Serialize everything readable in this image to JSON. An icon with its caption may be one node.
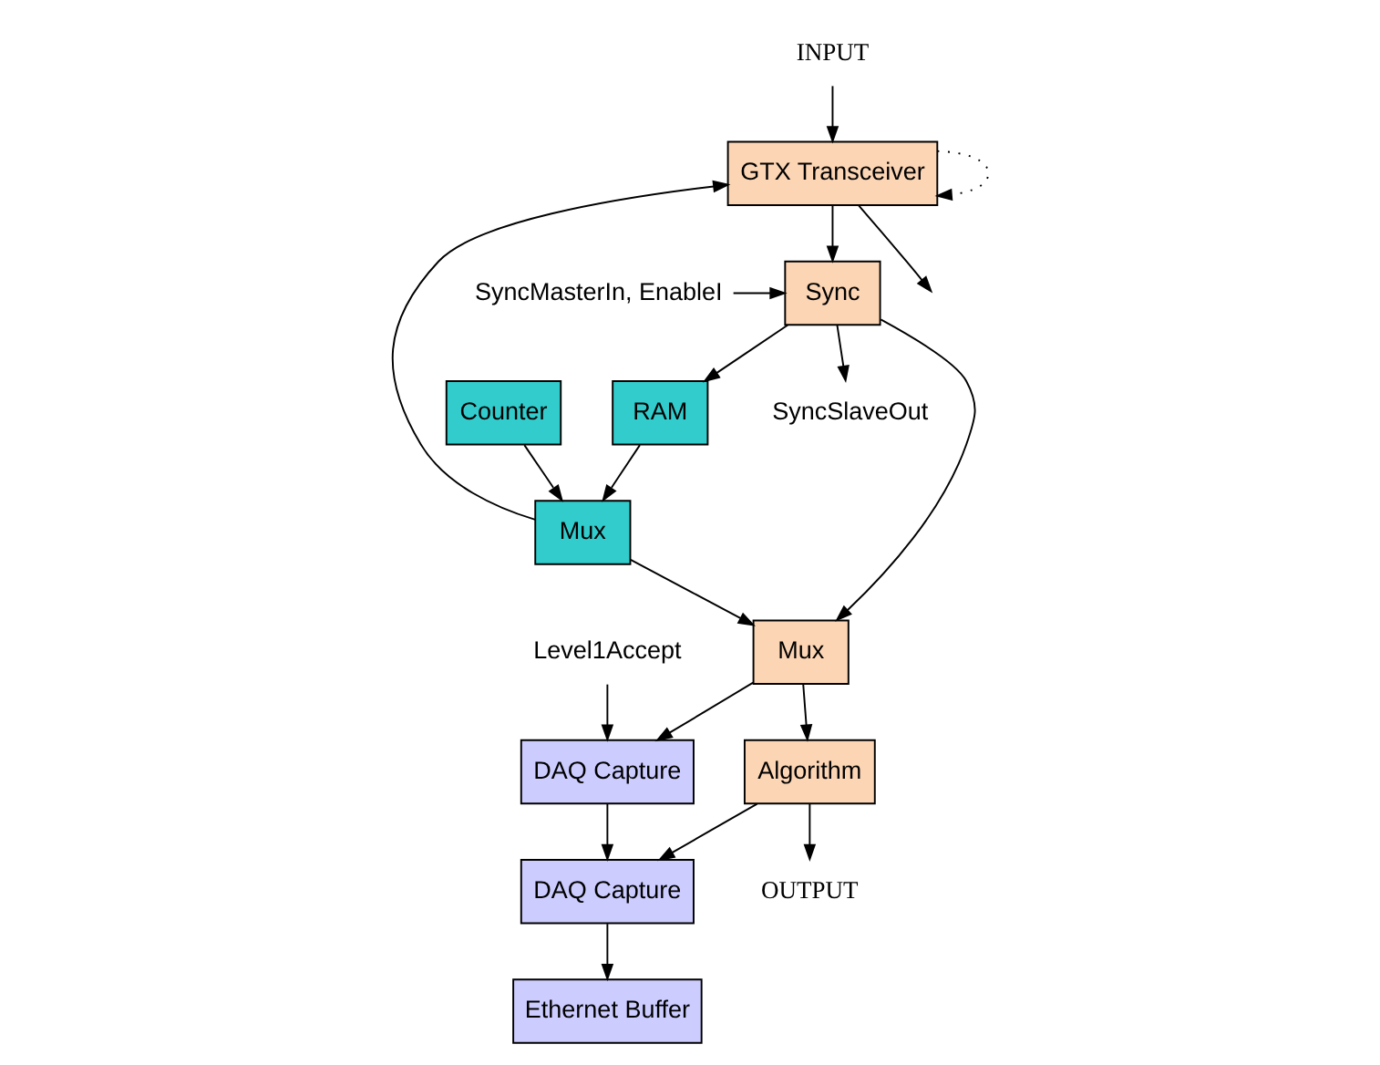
{
  "diagram": {
    "nodes": [
      {
        "text": [
          "INPUT"
        ]
      },
      {
        "text": [
          "Counter"
        ]
      },
      {
        "text": [
          "RAM"
        ]
      },
      {
        "text": [
          "GTX Transceiver"
        ]
      },
      {
        "text": [
          "Mux"
        ]
      },
      {
        "text": [
          "Sync"
        ]
      },
      {
        "text": [
          "SyncMasterIn, EnableI"
        ]
      },
      {
        "text": [
          "SyncSlaveOut"
        ]
      },
      {
        "text": [
          "Mux"
        ]
      },
      {
        "text": [
          "Level1Accept"
        ]
      },
      {
        "text": [
          "DAQ Capture"
        ]
      },
      {
        "text": [
          "Algorithm"
        ]
      },
      {
        "text": [
          "DAQ Capture"
        ]
      },
      {
        "text": [
          "OUTPUT"
        ]
      },
      {
        "text": [
          "Ethernet Buffer"
        ]
      }
    ],
    "edges": [
      {
        "from": 0,
        "to": 3,
        "arrow": "to"
      },
      {
        "from": 3,
        "to": null,
        "arrow": "to"
      },
      {
        "from": 3,
        "to": 3,
        "arrow": "to",
        "style": "dashed"
      },
      {
        "from": 1,
        "to": 4,
        "arrow": "to"
      },
      {
        "from": 2,
        "to": 4,
        "arrow": "to"
      },
      {
        "from": 4,
        "to": 3,
        "arrow": "to"
      },
      {
        "from": 4,
        "to": 8,
        "arrow": "to"
      },
      {
        "from": 3,
        "to": 5,
        "arrow": "to"
      },
      {
        "from": 6,
        "to": 5,
        "arrow": "to"
      },
      {
        "from": 5,
        "to": 7,
        "arrow": "to"
      },
      {
        "from": 5,
        "to": 2,
        "arrow": "to"
      },
      {
        "from": 5,
        "to": 8,
        "arrow": "to"
      },
      {
        "from": 8,
        "to": 11,
        "arrow": "to"
      },
      {
        "from": 8,
        "to": 10,
        "arrow": "to"
      },
      {
        "from": 9,
        "to": 10,
        "arrow": "to"
      },
      {
        "from": 11,
        "to": 13,
        "arrow": "to"
      },
      {
        "from": 11,
        "to": 12,
        "arrow": "to"
      },
      {
        "from": 10,
        "to": 12,
        "arrow": "to"
      },
      {
        "from": 12,
        "to": 14,
        "arrow": "to"
      }
    ]
  }
}
